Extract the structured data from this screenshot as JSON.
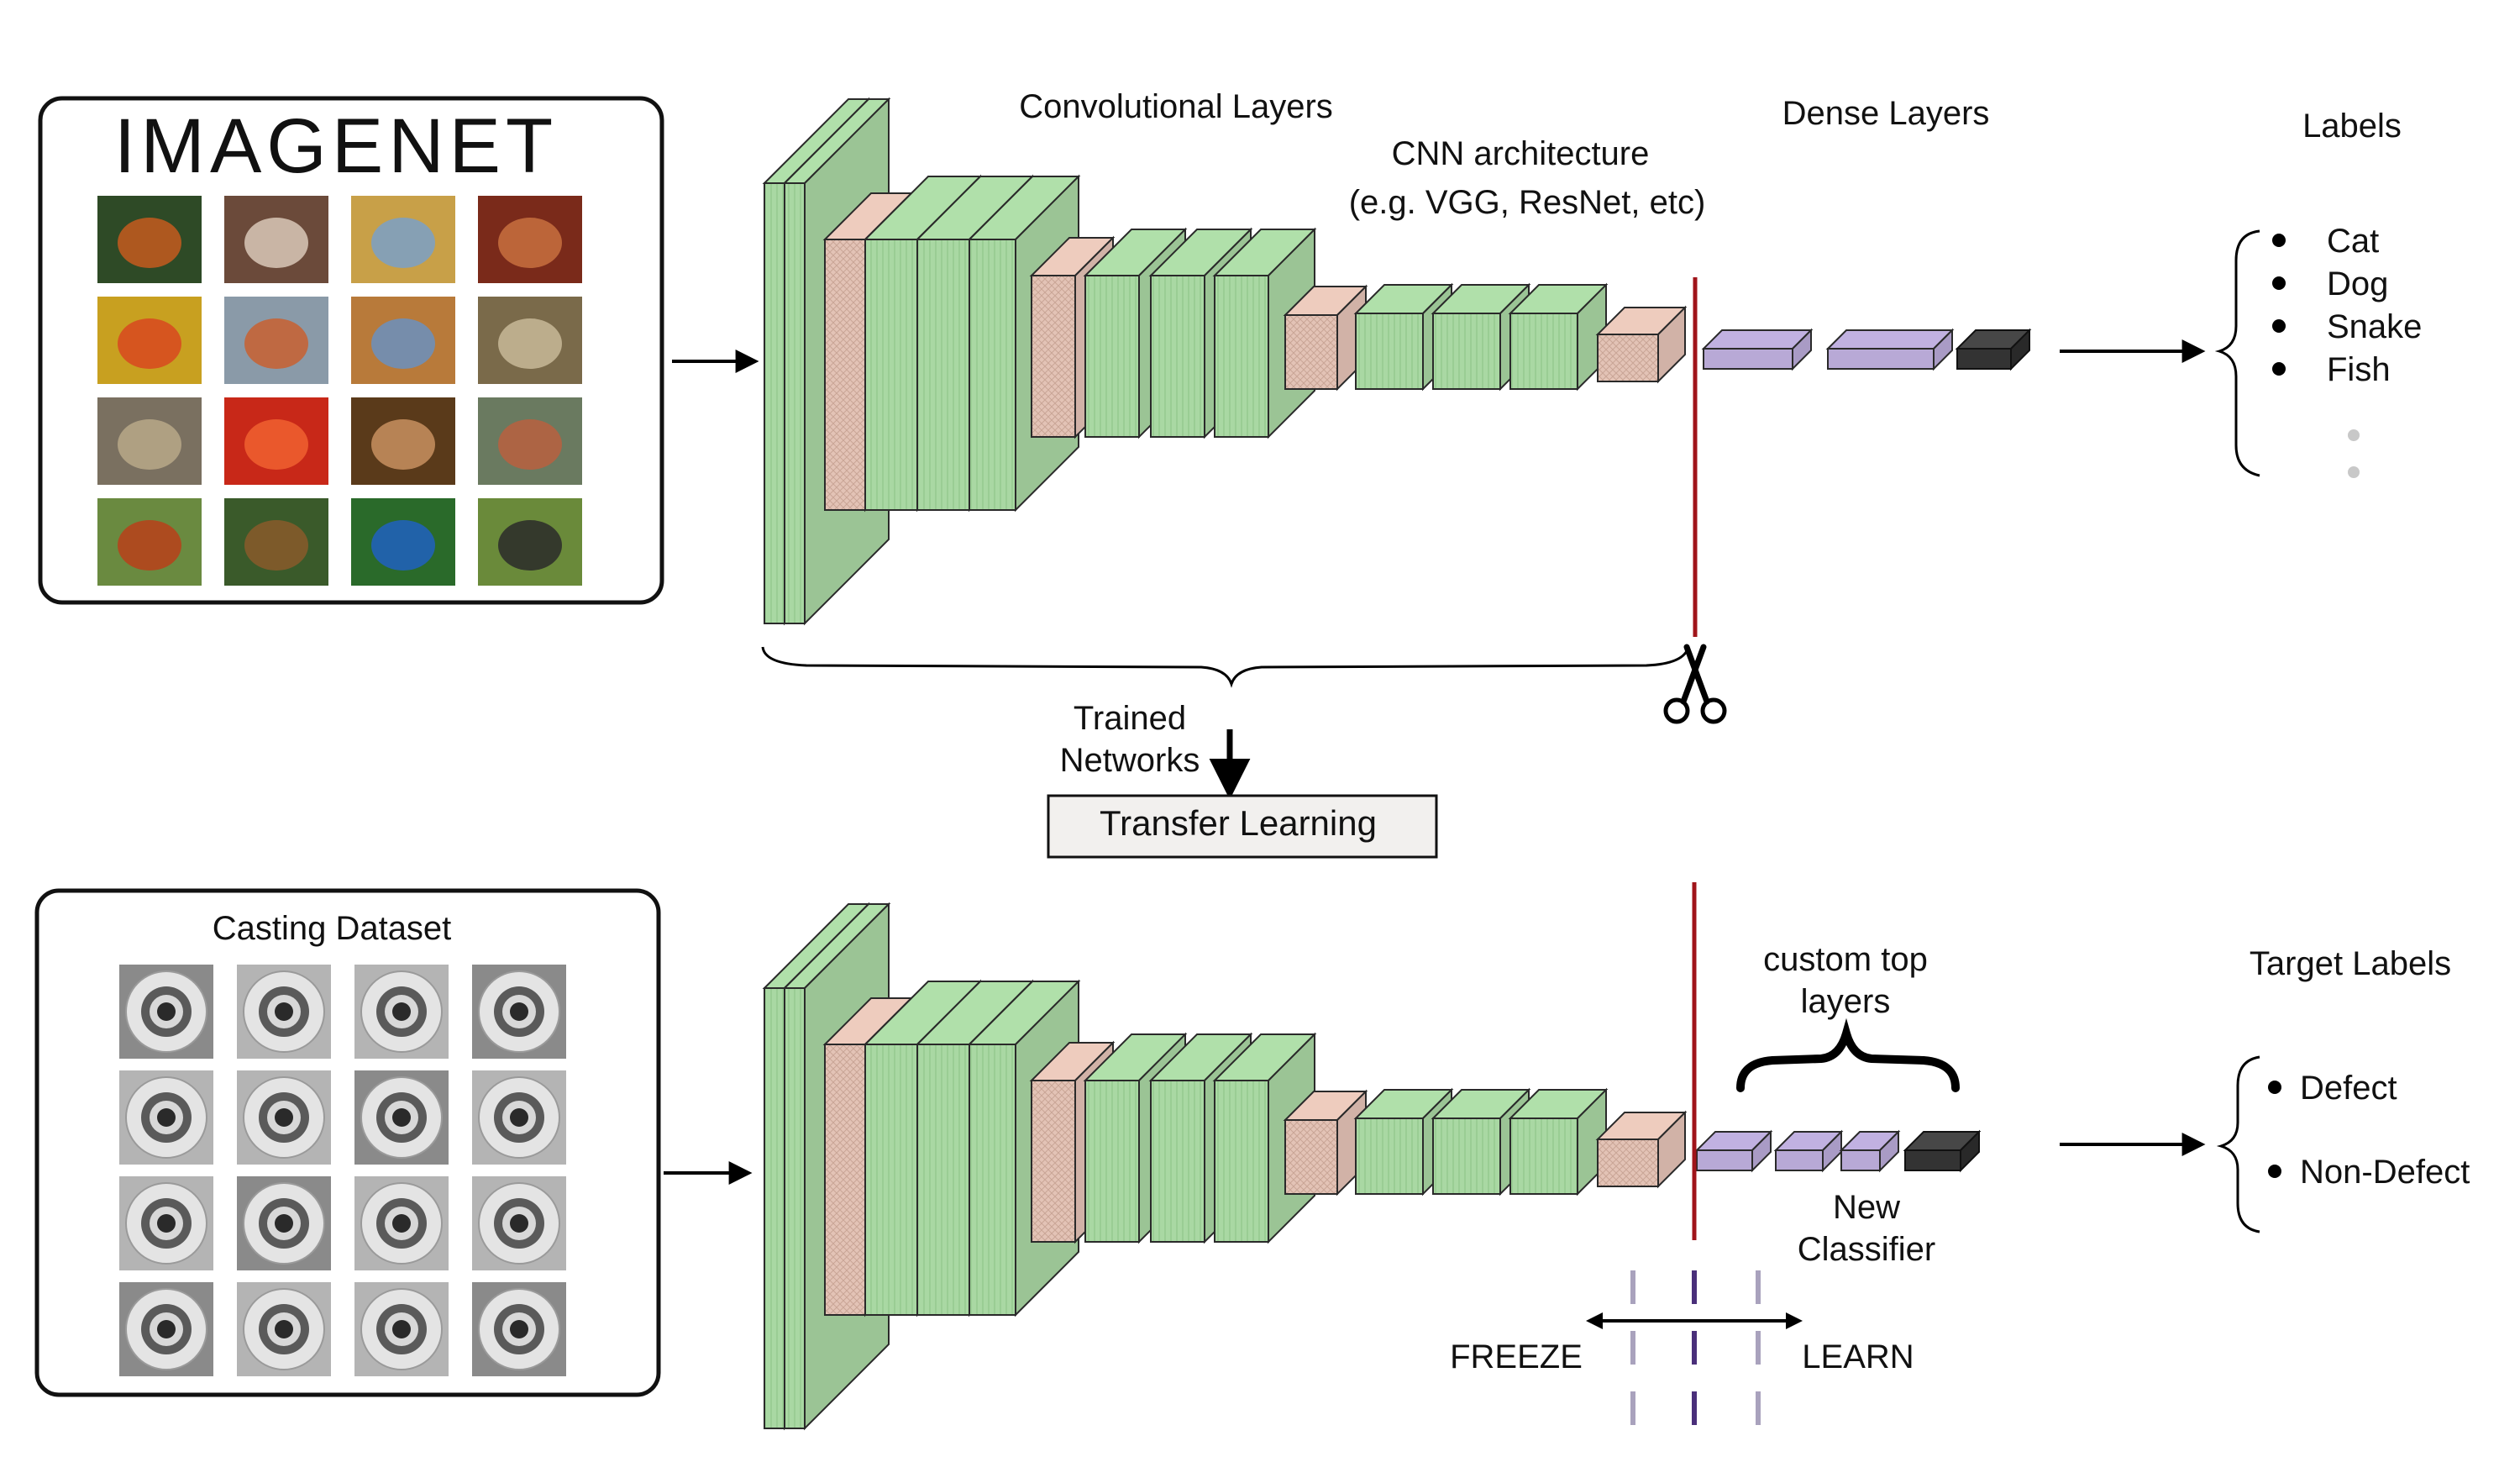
{
  "colors": {
    "conv": "#a8d5a2",
    "conv_dark": "#6fa566",
    "pool": "#e3c2b5",
    "pool_dark": "#b98f80",
    "dense": "#b8a9d6",
    "dense_dark": "#8878b0",
    "output": "#333333",
    "cut_line": "#a0141a",
    "freeze_dash": "#a9a2bd",
    "learn_dash": "#4a2f7a"
  },
  "top": {
    "source_logo": "IMAGENET",
    "conv_title": "Convolutional Layers",
    "arch_title_line1": "CNN architecture",
    "arch_title_line2": "(e.g. VGG, ResNet, etc)",
    "dense_title": "Dense Layers",
    "labels_title": "Labels",
    "labels": [
      "Cat",
      "Dog",
      "Snake",
      "Fish"
    ],
    "scissors_icon": "scissors-icon"
  },
  "middle": {
    "trained_line1": "Trained",
    "trained_line2": "Networks",
    "transfer_box": "Transfer Learning"
  },
  "bottom": {
    "dataset_title": "Casting Dataset",
    "custom_line1": "custom top",
    "custom_line2": "layers",
    "new_line1": "New",
    "new_line2": "Classifier",
    "target_title": "Target Labels",
    "target_labels": [
      "Defect",
      "Non-Defect"
    ],
    "freeze_label": "FREEZE",
    "learn_label": "LEARN"
  }
}
